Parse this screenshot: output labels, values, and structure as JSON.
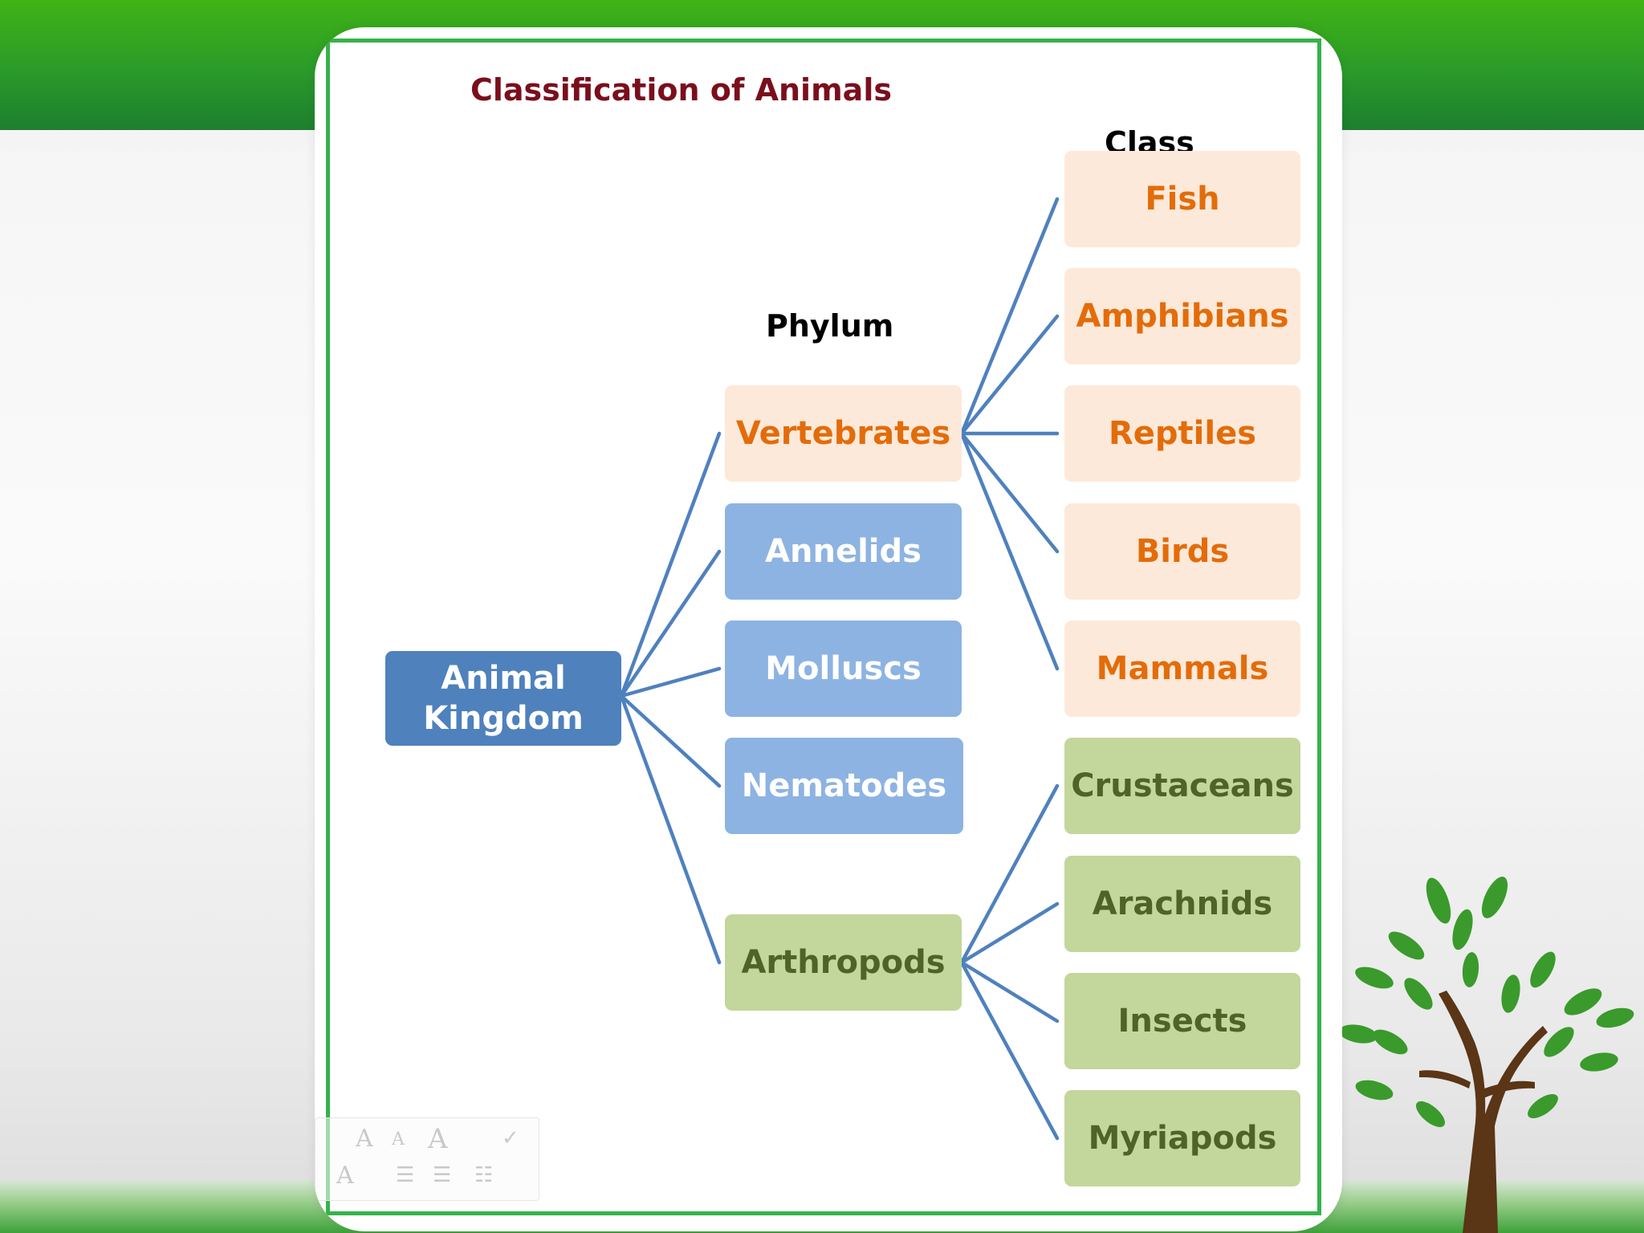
{
  "title": "Classification of Animals",
  "headers": {
    "phylum": "Phylum",
    "class": "Class"
  },
  "root": {
    "line1": "Animal",
    "line2": "Kingdom"
  },
  "phyla": [
    {
      "id": "vertebrates",
      "label": "Vertebrates"
    },
    {
      "id": "annelids",
      "label": "Annelids"
    },
    {
      "id": "molluscs",
      "label": "Molluscs"
    },
    {
      "id": "nematodes",
      "label": "Nematodes"
    },
    {
      "id": "arthropods",
      "label": "Arthropods"
    }
  ],
  "classes": {
    "vertebrates": [
      {
        "id": "fish",
        "label": "Fish"
      },
      {
        "id": "amphibians",
        "label": "Amphibians"
      },
      {
        "id": "reptiles",
        "label": "Reptiles"
      },
      {
        "id": "birds",
        "label": "Birds"
      },
      {
        "id": "mammals",
        "label": "Mammals"
      }
    ],
    "arthropods": [
      {
        "id": "crustaceans",
        "label": "Crustaceans"
      },
      {
        "id": "arachnids",
        "label": "Arachnids"
      },
      {
        "id": "insects",
        "label": "Insects"
      },
      {
        "id": "myriapods",
        "label": "Myriapods"
      }
    ]
  },
  "colors": {
    "title": "#7b0e1c",
    "root_fill": "#4f81bd",
    "phylum_blue_fill": "#8db3e2",
    "peach_fill": "#fde9d9",
    "peach_text": "#e36c0a",
    "green_fill": "#c3d69b",
    "green_text": "#4f6228",
    "connector": "#4f81bd",
    "frame": "#35b34a"
  }
}
